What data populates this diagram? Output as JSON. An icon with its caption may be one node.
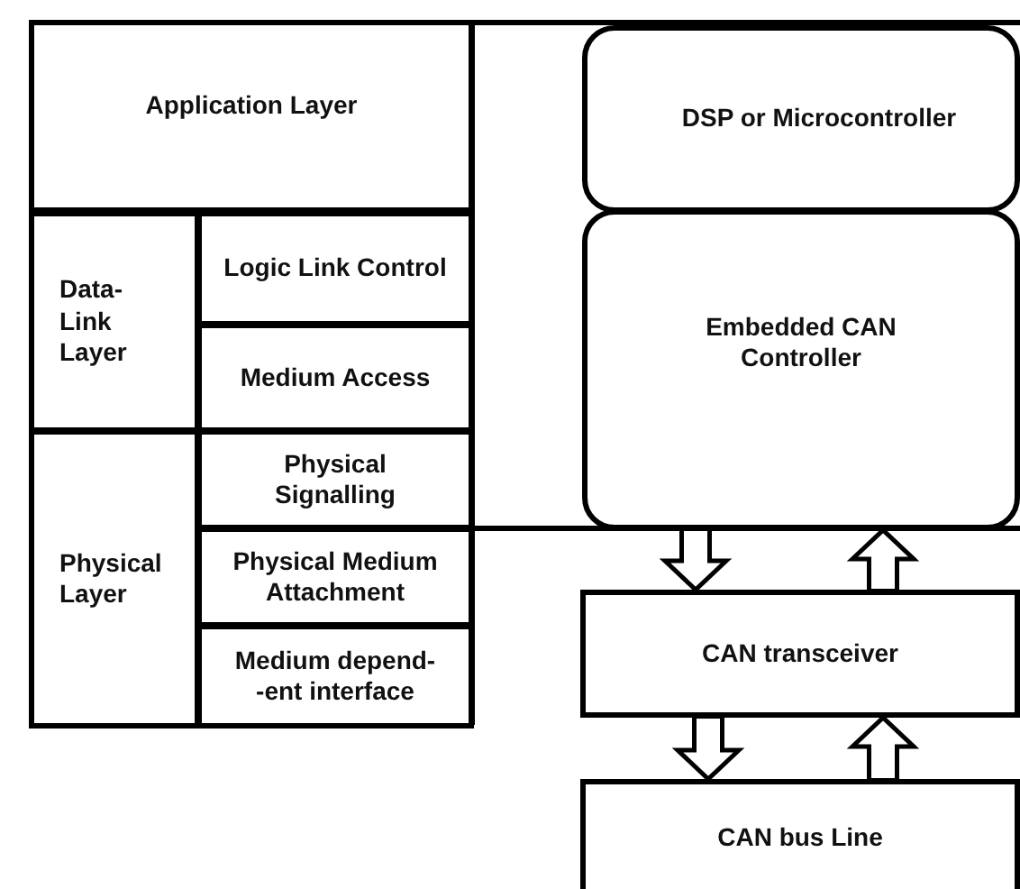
{
  "diagram": {
    "nodes": [
      {
        "text": [
          "Application Layer"
        ]
      },
      {
        "text": [
          "Data-Link Layer"
        ]
      },
      {
        "text": [
          "Logic Link Control"
        ]
      },
      {
        "text": [
          "Medium Access"
        ]
      },
      {
        "text": [
          "Physical Layer"
        ]
      },
      {
        "text": [
          "Physical Signalling"
        ]
      },
      {
        "text": [
          "Physical Medium Attachment"
        ]
      },
      {
        "text": [
          "Medium depend- -ent interface"
        ]
      },
      {
        "text": [
          "DSP or Microcontroller"
        ]
      },
      {
        "text": [
          "Embedded CAN Controller"
        ]
      },
      {
        "text": [
          "CAN transceiver"
        ]
      },
      {
        "text": [
          "CAN bus Line"
        ]
      }
    ],
    "edges": [
      {
        "from": 9,
        "to": 10,
        "arrow": "to"
      },
      {
        "from": 10,
        "to": 9,
        "arrow": "to"
      },
      {
        "from": 10,
        "to": 11,
        "arrow": "to"
      },
      {
        "from": 11,
        "to": 10,
        "arrow": "to"
      }
    ]
  }
}
